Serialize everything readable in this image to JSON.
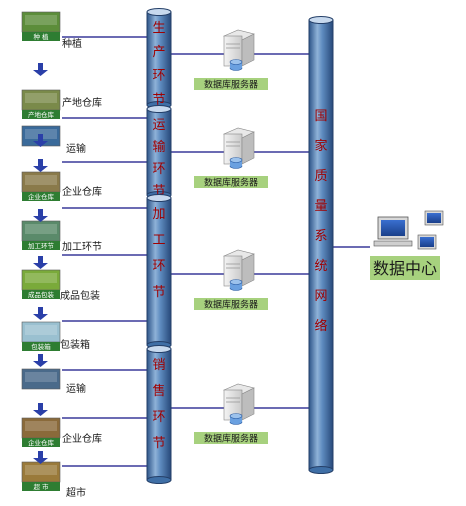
{
  "stages": [
    {
      "caption": "种 植",
      "label": "种植",
      "tint": "#5c8d3a"
    },
    {
      "caption": "产地仓库",
      "label": "产地仓库",
      "tint": "#7a8a4a"
    },
    {
      "caption": "",
      "label": "运输",
      "tint": "#3a6a9a"
    },
    {
      "caption": "企业仓库",
      "label": "企业仓库",
      "tint": "#8a7a4a"
    },
    {
      "caption": "加工环节",
      "label": "加工环节",
      "tint": "#5a8a6a"
    },
    {
      "caption": "成品包装",
      "label": "成品包装",
      "tint": "#7aaa3a"
    },
    {
      "caption": "包装箱",
      "label": "包装箱",
      "tint": "#9ac0d0"
    },
    {
      "caption": "",
      "label": "运输",
      "tint": "#4a6a8a"
    },
    {
      "caption": "企业仓库",
      "label": "企业仓库",
      "tint": "#8a6a3a"
    },
    {
      "caption": "超 市",
      "label": "超市",
      "tint": "#9a7a3a"
    }
  ],
  "pipes": [
    {
      "label": "生产环节"
    },
    {
      "label": "运输环节"
    },
    {
      "label": "加工环节"
    },
    {
      "label": "销售环节"
    }
  ],
  "servers": [
    {
      "label": "数据库服务器"
    },
    {
      "label": "数据库服务器"
    },
    {
      "label": "数据库服务器"
    },
    {
      "label": "数据库服务器"
    }
  ],
  "network_label": "国家质量系统网络",
  "data_center_label": "数据中心",
  "colors": {
    "pipe": "#3f6fa6",
    "pipe_light": "#a8c4e0",
    "arrow": "#2a3fa8",
    "server_label_bg": "#a7d17e",
    "line": "#3a3a9a",
    "vtext": "#a00000"
  }
}
